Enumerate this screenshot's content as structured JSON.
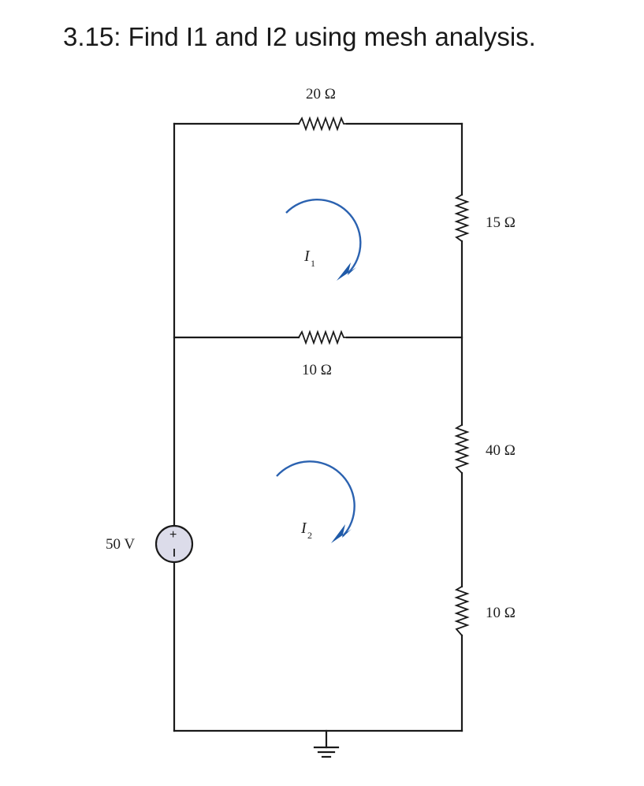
{
  "problem": {
    "title": "3.15:  Find I1 and I2 using mesh analysis."
  },
  "circuit": {
    "resistors": [
      {
        "id": "r-top",
        "label": "20 Ω"
      },
      {
        "id": "r-mid",
        "label": "10 Ω"
      },
      {
        "id": "r-right-top",
        "label": "15 Ω"
      },
      {
        "id": "r-right-mid",
        "label": "40 Ω"
      },
      {
        "id": "r-right-bottom",
        "label": "10 Ω"
      }
    ],
    "source": {
      "label": "50 V",
      "plus": "+",
      "minus": "–"
    },
    "meshes": [
      {
        "id": "mesh-1",
        "letter": "I",
        "subscript": "1",
        "color": "#2b62b0"
      },
      {
        "id": "mesh-2",
        "letter": "I",
        "subscript": "2",
        "color": "#2b62b0"
      }
    ]
  }
}
